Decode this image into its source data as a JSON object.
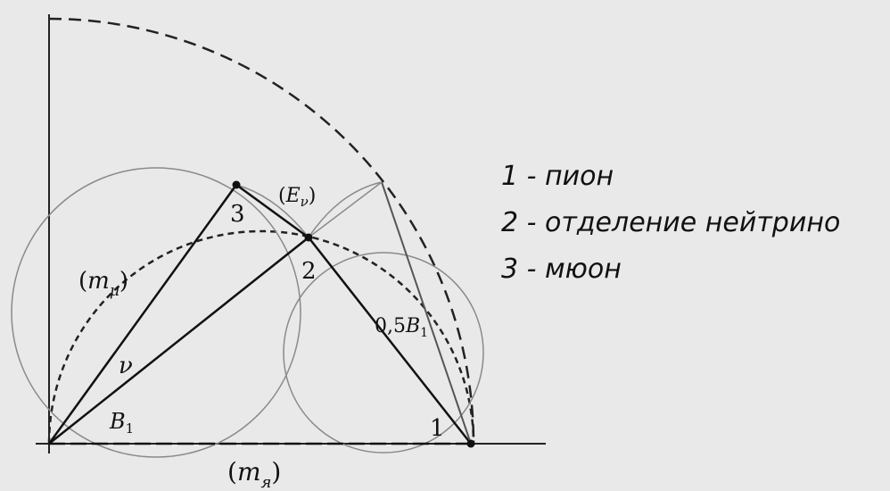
{
  "diagram": {
    "point_labels": {
      "p1": "1",
      "p2": "2",
      "p3": "3"
    },
    "label_E_nu": {
      "open": "(",
      "E": "E",
      "sub": "ν",
      "close": ")"
    },
    "label_m_mu": {
      "open": "(",
      "m": "m",
      "sub": "μ",
      "close": ")"
    },
    "label_m_pi": {
      "open": "(",
      "m": "m",
      "sub": "я",
      "close": ")"
    },
    "label_nu": "ν",
    "label_B1": {
      "B": "B",
      "sub": "1"
    },
    "label_half_B1": {
      "prefix": "0,5",
      "B": "B",
      "sub": "1"
    }
  },
  "legend": [
    {
      "text": "1 - пион"
    },
    {
      "text": "2 - отделение нейтрино"
    },
    {
      "text": "3 - мюон"
    }
  ],
  "colors": {
    "background": "#e9e9e9",
    "line": "#111111",
    "circle": "#8a8a8a"
  }
}
